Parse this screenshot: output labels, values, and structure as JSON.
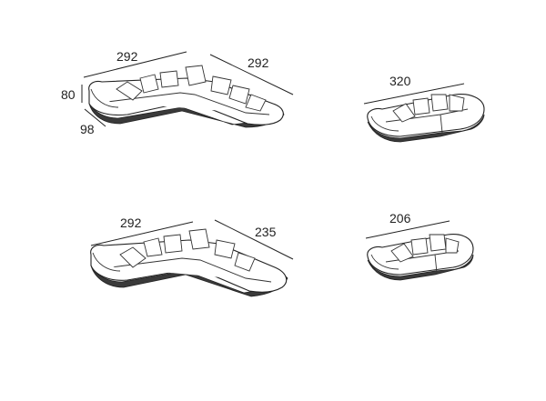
{
  "sofas": [
    {
      "id": "corner-large",
      "dims": {
        "width_left": "292",
        "width_right": "292",
        "height": "80",
        "depth": "98"
      }
    },
    {
      "id": "sofa-3",
      "dims": {
        "width": "320"
      }
    },
    {
      "id": "corner-small",
      "dims": {
        "width_left": "292",
        "width_right": "235"
      }
    },
    {
      "id": "sofa-2",
      "dims": {
        "width": "206"
      }
    }
  ],
  "colors": {
    "line": "#222222",
    "base": "#3a3a3a",
    "background": "#ffffff"
  }
}
